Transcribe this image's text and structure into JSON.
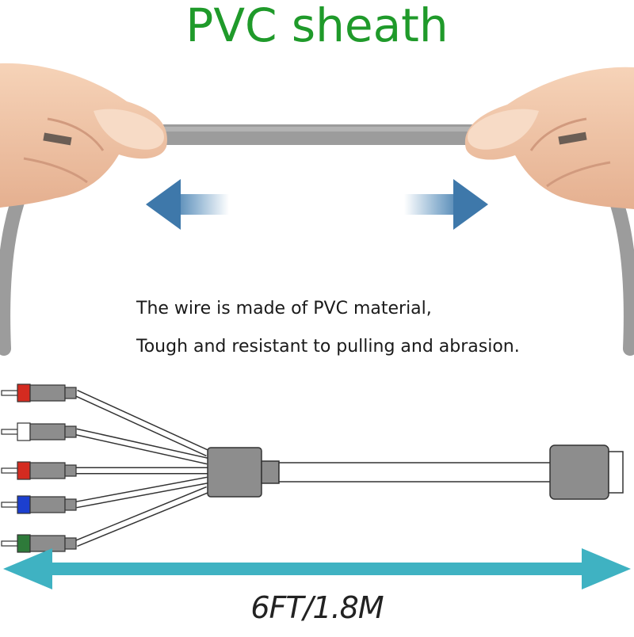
{
  "title": "PVC sheath",
  "caption": {
    "line1": "The wire is made of PVC material,",
    "line2": "Tough and resistant to pulling and abrasion."
  },
  "length_label": "6FT/1.8M",
  "colors": {
    "title": "#1f9a2a",
    "cable": "#9c9c9c",
    "arrow_pull": "#4c86b6",
    "arrow_length": "#3fb2c2",
    "skin": "#f1c7a8"
  },
  "rca_plugs": [
    {
      "name": "red",
      "tip": "#d42b20"
    },
    {
      "name": "white",
      "tip": "#ffffff"
    },
    {
      "name": "red",
      "tip": "#d42b20"
    },
    {
      "name": "blue",
      "tip": "#1c3fcf"
    },
    {
      "name": "green",
      "tip": "#2e7a3a"
    }
  ]
}
